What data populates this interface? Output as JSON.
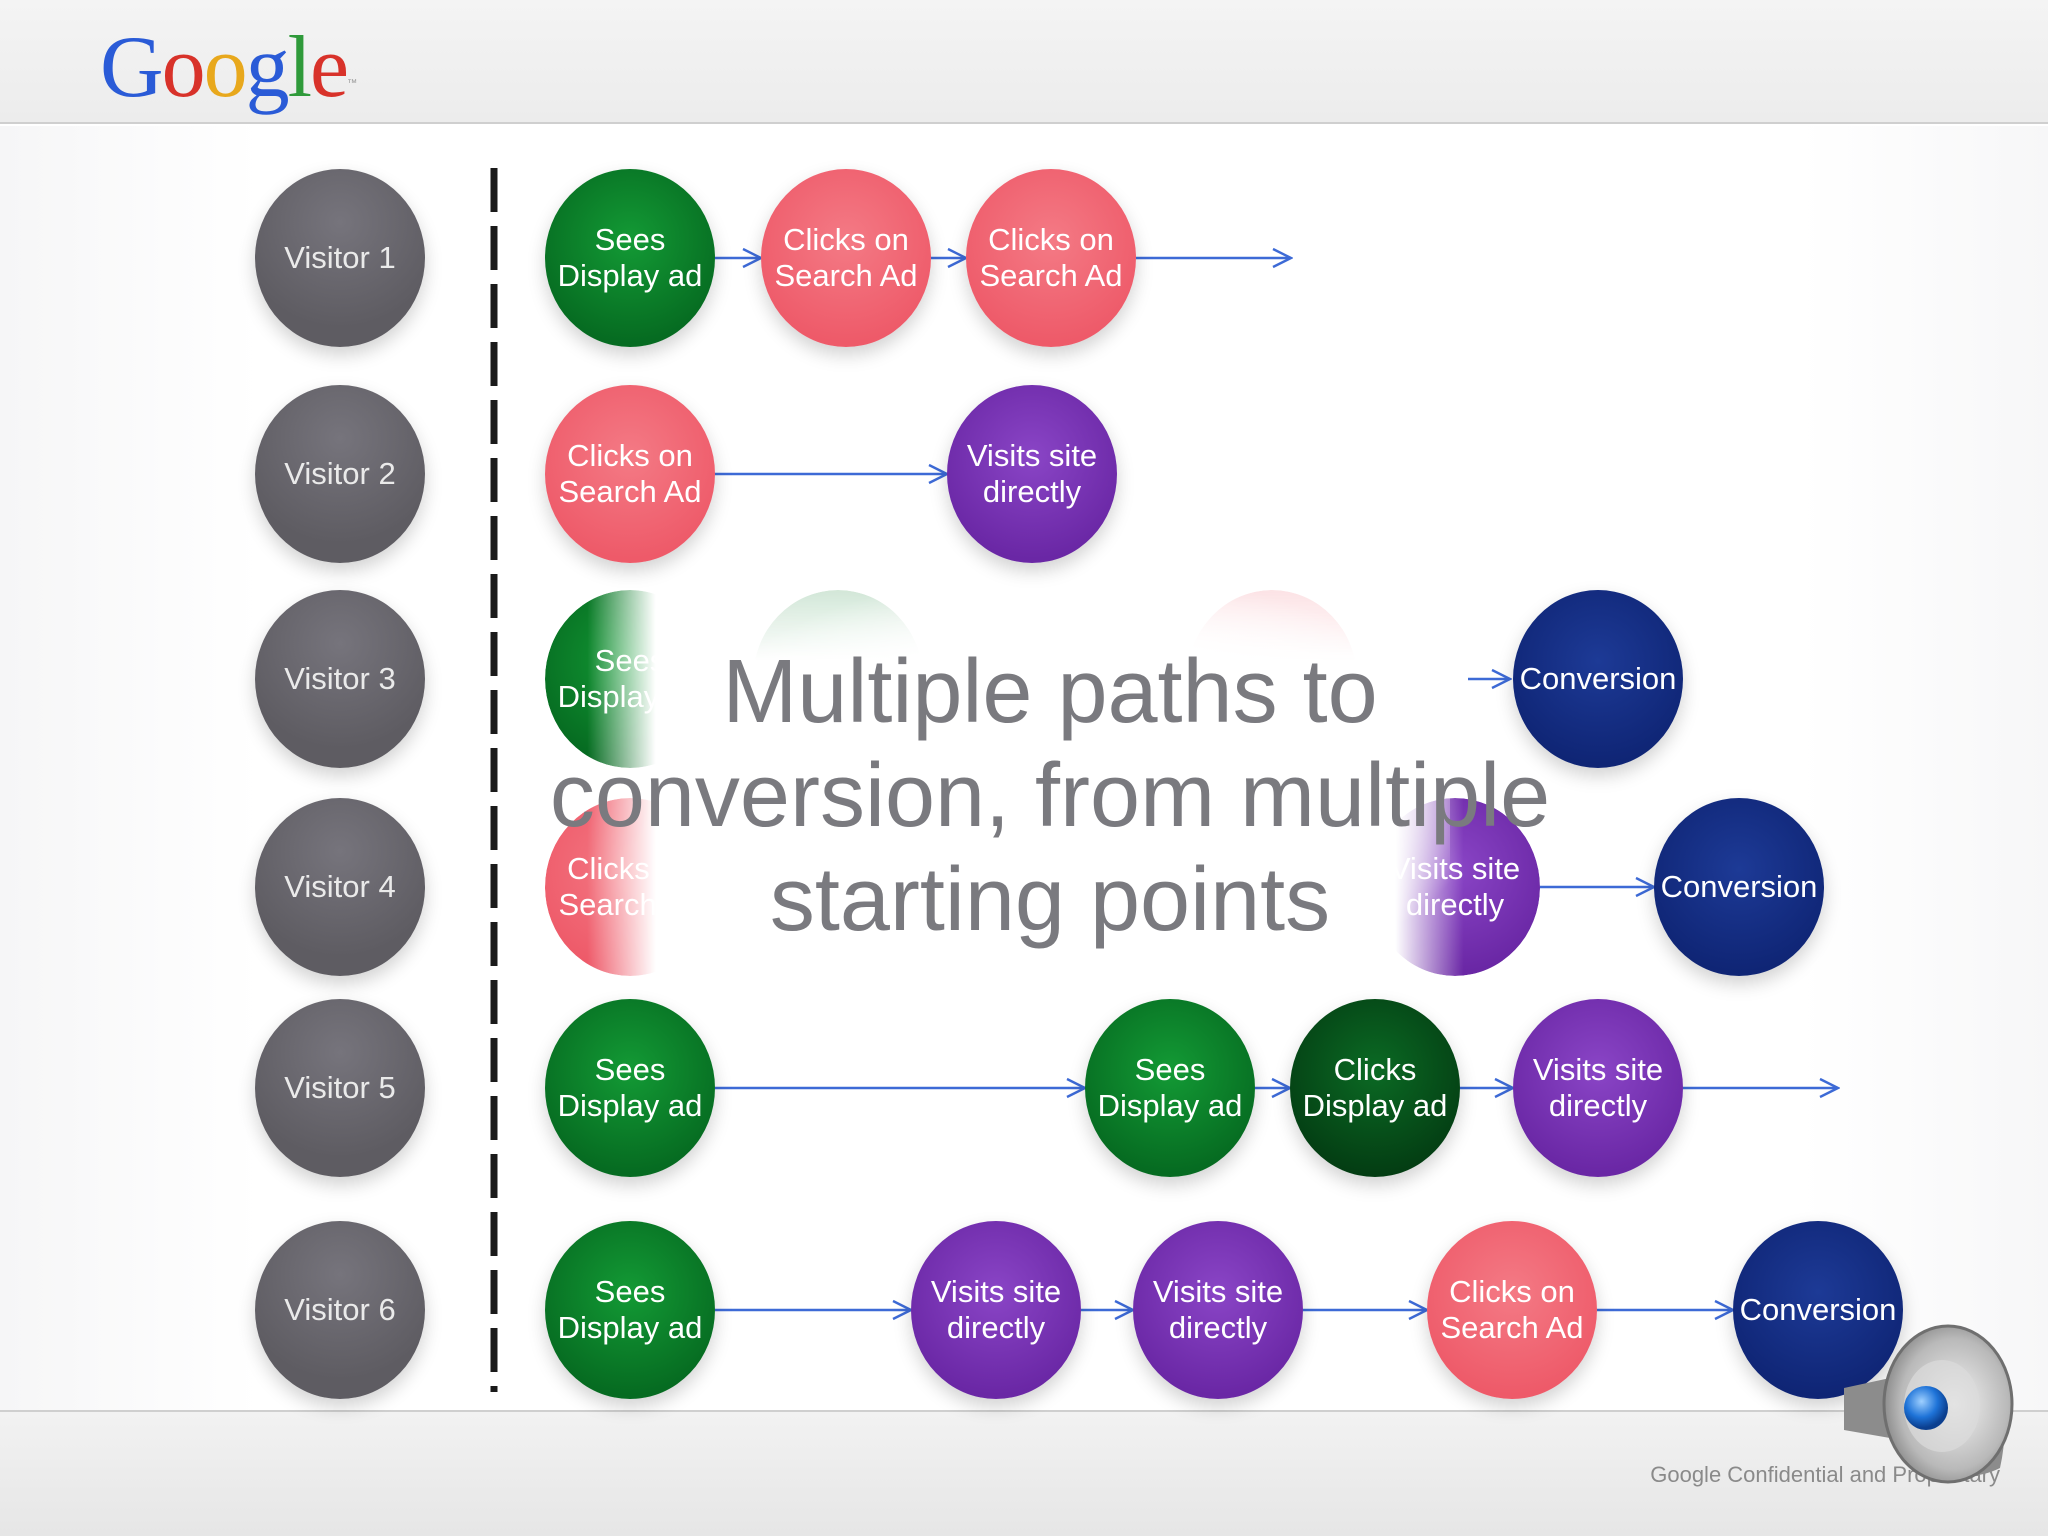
{
  "header": {
    "logo_text": "Google"
  },
  "title": "Multiple paths to conversion, from multiple starting points",
  "footer": {
    "text": "Google Confidential and Proprietary"
  },
  "legend_colors": {
    "visitor": "#67656b",
    "sees_display_ad": "#0a7a28",
    "clicks_display_ad": "#064d18",
    "clicks_search_ad": "#f06371",
    "visits_site_directly": "#7534b5",
    "conversion": "#162c80",
    "arrow": "#3d6ad6"
  },
  "visitors": [
    {
      "label": "Visitor 1",
      "steps": [
        {
          "type": "sees-display",
          "label": "Sees Display ad"
        },
        {
          "type": "clicks-search",
          "label": "Clicks on Search Ad"
        },
        {
          "type": "clicks-search",
          "label": "Clicks on Search Ad"
        }
      ],
      "trailing_arrow": true
    },
    {
      "label": "Visitor 2",
      "steps": [
        {
          "type": "clicks-search",
          "label": "Clicks on Search Ad"
        },
        {
          "type": "visits-site",
          "label": "Visits site directly"
        }
      ],
      "trailing_arrow": false
    },
    {
      "label": "Visitor 3",
      "steps": [
        {
          "type": "sees-display",
          "label": "Sees Display ad"
        },
        {
          "type": "conversion",
          "label": "Conversion"
        }
      ],
      "trailing_arrow": false
    },
    {
      "label": "Visitor 4",
      "steps": [
        {
          "type": "clicks-search",
          "label": "Clicks on Search Ad"
        },
        {
          "type": "visits-site",
          "label": "Visits site directly"
        },
        {
          "type": "conversion",
          "label": "Conversion"
        }
      ],
      "trailing_arrow": false
    },
    {
      "label": "Visitor 5",
      "steps": [
        {
          "type": "sees-display",
          "label": "Sees Display ad"
        },
        {
          "type": "sees-display",
          "label": "Sees Display ad"
        },
        {
          "type": "clicks-display",
          "label": "Clicks Display ad"
        },
        {
          "type": "visits-site",
          "label": "Visits site directly"
        }
      ],
      "trailing_arrow": true
    },
    {
      "label": "Visitor 6",
      "steps": [
        {
          "type": "sees-display",
          "label": "Sees Display ad"
        },
        {
          "type": "visits-site",
          "label": "Visits site directly"
        },
        {
          "type": "visits-site",
          "label": "Visits site directly"
        },
        {
          "type": "clicks-search",
          "label": "Clicks on Search Ad"
        },
        {
          "type": "conversion",
          "label": "Conversion"
        }
      ],
      "trailing_arrow": false
    }
  ]
}
